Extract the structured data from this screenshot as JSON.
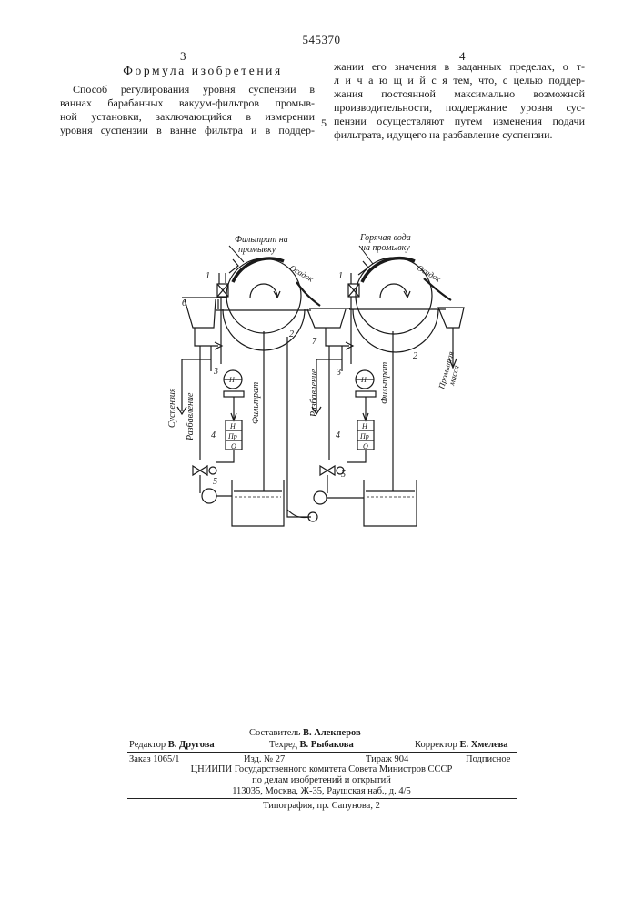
{
  "document": {
    "patent_number": "545370",
    "left_column_number": "3",
    "right_column_number": "4",
    "section_title": "Формула изобретения",
    "left_lines": [
      "Способ регулирования уровня суспензии в",
      "ваннах барабанных вакуум-фильтров промыв-",
      "ной установки, заключающийся в измерении",
      "уровня суспензии в ванне фильтра и в поддер-"
    ],
    "right_lines": [
      "жании его значения в заданных пределах, о т-",
      "л и ч а ю щ и й с я тем, что, с целью поддер-",
      "жания постоянной максимально возможной",
      "производительности, поддержание уровня сус-",
      "пензии осуществляют путем изменения подачи",
      "фильтрата, идущего на разбавление суспензии."
    ],
    "line_marker": "5"
  },
  "diagram": {
    "labels": {
      "filtrate_wash": [
        "Фильтрат на",
        "промывку"
      ],
      "hot_water_wash": [
        "Горячая вода",
        "на промывку"
      ],
      "cake_left": "Осадок",
      "cake_right": "Осадок",
      "suspension": "Суспензия",
      "dilution_left": "Разбавление",
      "dilution_right": "Разбавление",
      "filtrate_left": "Фильтрат",
      "filtrate_right": "Фильтрат",
      "washed_mass": [
        "Промытая",
        "масса"
      ]
    },
    "numbers": {
      "n1": "1",
      "n2": "2",
      "n3": "3",
      "n4": "4",
      "n5": "5",
      "n6": "6",
      "n7": "7"
    },
    "regulator_rows": [
      "Н",
      "Пр",
      "О"
    ],
    "gauge_letter": "Н"
  },
  "imprint": {
    "compiler_label": "Составитель",
    "compiler_name": "В. Алекперов",
    "editor_label": "Редактор",
    "editor_name": "В. Другова",
    "techred_label": "Техред",
    "techred_name": "В. Рыбакова",
    "corrector_label": "Корректор",
    "corrector_name": "Е. Хмелева",
    "order": "Заказ 1065/1",
    "edition": "Изд. № 27",
    "circulation": "Тираж 904",
    "subscription": "Подписное",
    "org_line1": "ЦНИИПИ Государственного комитета Совета Министров СССР",
    "org_line2": "по делам изобретений и открытий",
    "address": "113035, Москва, Ж-35, Раушская наб., д. 4/5",
    "printer": "Типография, пр. Сапунова, 2"
  }
}
